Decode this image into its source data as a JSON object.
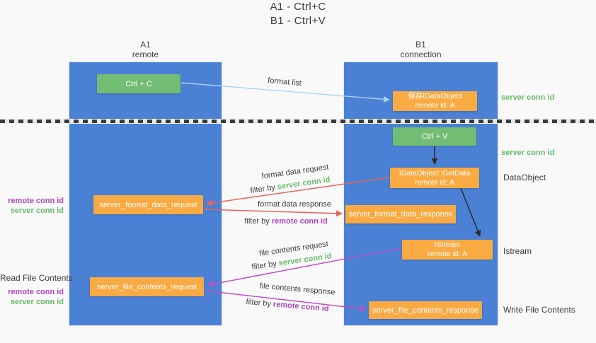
{
  "title": {
    "line1": "A1 - Ctrl+C",
    "line2": "B1 - Ctrl+V"
  },
  "lanes": {
    "left": {
      "name": "A1",
      "role": "remote"
    },
    "right": {
      "name": "B1",
      "role": "connection"
    }
  },
  "boxes": {
    "ctrl_c": {
      "label": "Ctrl + C"
    },
    "save_idataobject": {
      "line1": "保存IDataObject",
      "line2": "remote id: A"
    },
    "ctrl_v": {
      "label": "Ctrl + V"
    },
    "getdata": {
      "line1": "IDataObject::GetData",
      "line2": "remote id: A"
    },
    "format_request": {
      "label": "server_format_data_request"
    },
    "format_response": {
      "label": "server_format_data_response"
    },
    "istream": {
      "line1": "IStream",
      "line2": "remote id: A"
    },
    "file_request": {
      "label": "server_file_contents_request"
    },
    "file_response": {
      "label": "server_file_contents_response"
    }
  },
  "arrow_labels": {
    "format_list": "format list",
    "format_data_request": "format data request",
    "format_data_response": "format data response",
    "file_contents_request": "file contents request",
    "file_contents_response": "file contents response",
    "filter_by": "filter by",
    "server_conn_id": "server conn id",
    "remote_conn_id": "remote conn id"
  },
  "side_labels": {
    "server_conn_id_top": "server conn id",
    "server_conn_id_mid": "server conn id",
    "dataobject": "DataObject",
    "istream": "Istream",
    "write_file_contents": "Write File Contents",
    "read_file_contents": "Read File Contents",
    "remote_conn_id": "remote conn id",
    "server_conn_id": "server conn id"
  },
  "colors": {
    "lane_blue": "#4a81d4",
    "box_green": "#72bd74",
    "box_orange": "#faaa42",
    "arrow_red": "#e8645a",
    "arrow_magenta": "#c14ec9",
    "arrow_lightblue": "#a8d4f2",
    "arrow_black": "#2b2b2b",
    "text_green": "#64bb67",
    "text_purple": "#ab47bc"
  }
}
